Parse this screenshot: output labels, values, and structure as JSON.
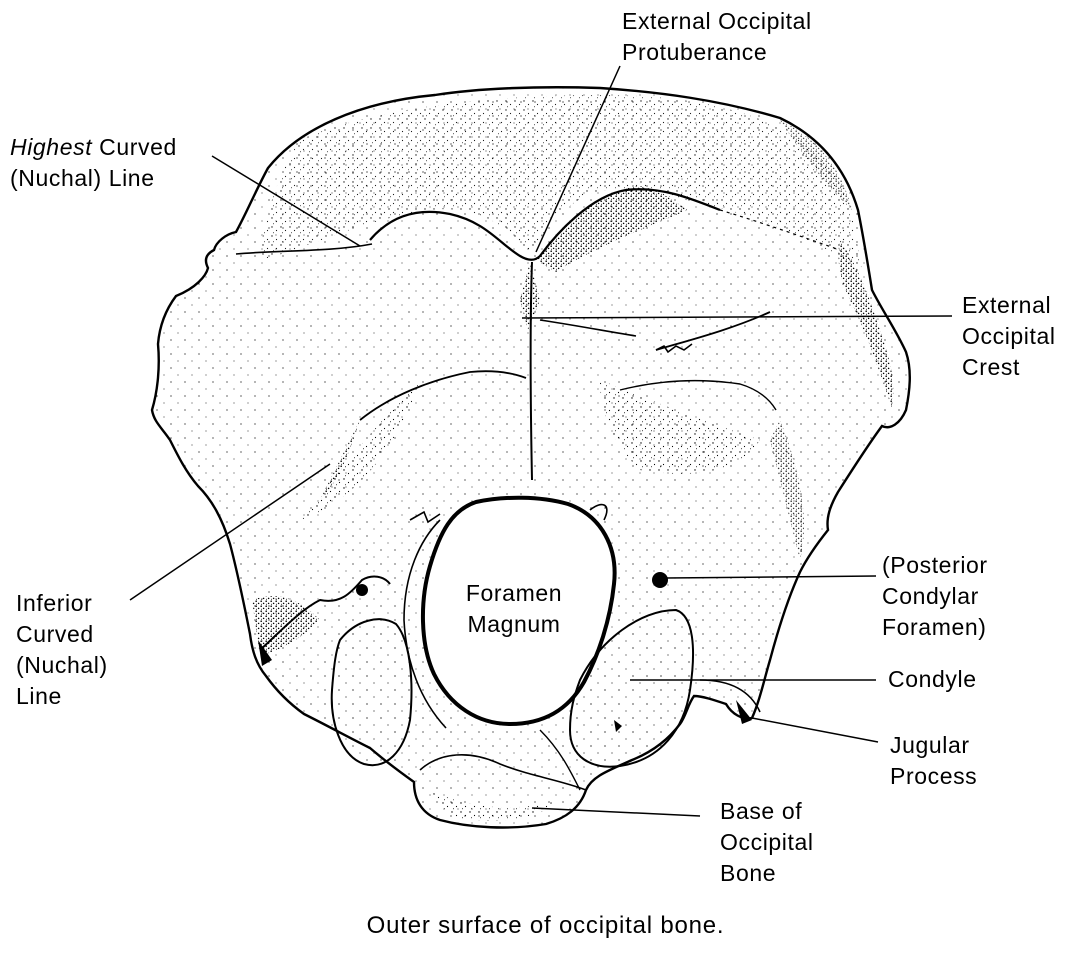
{
  "figure": {
    "caption": "Outer surface of occipital bone."
  },
  "labels": {
    "external_occipital_protuberance": [
      "External Occipital",
      "Protuberance"
    ],
    "highest_curved_line": {
      "line1_italic": "Highest",
      "line1_rest": " Curved",
      "line2": "(Nuchal) Line"
    },
    "external_occipital_crest": [
      "External",
      "Occipital",
      "Crest"
    ],
    "inferior_curved_line": [
      "Inferior",
      "Curved",
      "(Nuchal)",
      "Line"
    ],
    "foramen_magnum": [
      "Foramen",
      "Magnum"
    ],
    "posterior_condylar_foramen": [
      "(Posterior",
      "Condylar",
      "Foramen)"
    ],
    "condyle": [
      "Condyle"
    ],
    "jugular_process": [
      "Jugular",
      "Process"
    ],
    "base_of_occipital_bone": [
      "Base of",
      "Occipital",
      "Bone"
    ]
  },
  "colors": {
    "ink": "#000000",
    "paper": "#ffffff"
  }
}
